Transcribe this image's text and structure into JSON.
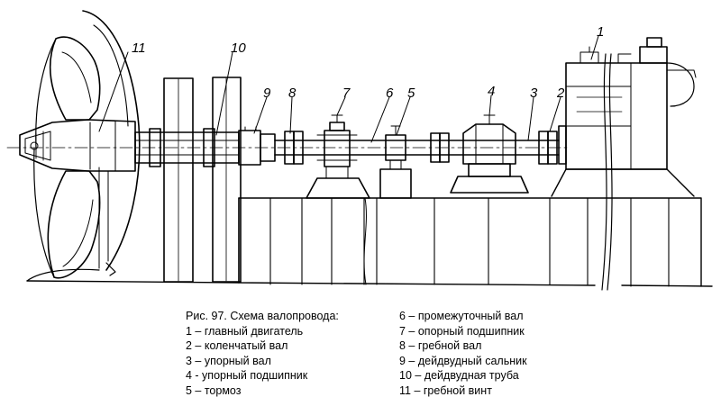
{
  "figure": {
    "part_numbers": [
      "1",
      "2",
      "3",
      "4",
      "5",
      "6",
      "7",
      "8",
      "9",
      "10",
      "11"
    ]
  },
  "caption": {
    "title": "Рис. 97. Схема валопровода:",
    "left_items": [
      "1 – главный двигатель",
      "2 – коленчатый вал",
      "3 – упорный вал",
      "4 - упорный подшипник",
      "5 – тормоз"
    ],
    "right_items": [
      "6 – промежуточный вал",
      "7 – опорный подшипник",
      "8 – гребной вал",
      "9 – дейдвудный сальник",
      "10 – дейдвудная труба",
      "11 – гребной винт"
    ]
  },
  "colors": {
    "line": "#000000",
    "background": "#ffffff"
  }
}
